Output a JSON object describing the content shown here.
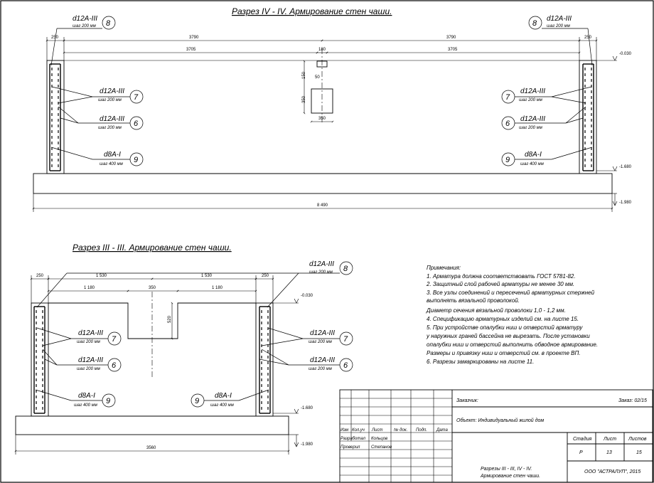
{
  "section_iv": {
    "title": "Разрез IV - IV. Армирование стен чаши.",
    "dims": {
      "left_edge": "250",
      "right_edge": "250",
      "half_outer_left": "3790",
      "half_outer_right": "3790",
      "half_inner_left": "3705",
      "half_inner_right": "3705",
      "center_top": "180",
      "niche_gap": "50",
      "niche_v1": "150",
      "niche_v2": "350",
      "niche_w": "350",
      "total": "8 490"
    },
    "levels": {
      "top": "-0.030",
      "inner": "-1.680",
      "bottom": "-1.980"
    },
    "callouts": [
      {
        "num": "8",
        "label": "d12A-III",
        "sub": "шаг 200 мм"
      },
      {
        "num": "8",
        "label": "d12A-III",
        "sub": "шаг 200 мм"
      },
      {
        "num": "7",
        "label": "d12A-III",
        "sub": "шаг 200 мм"
      },
      {
        "num": "6",
        "label": "d12A-III",
        "sub": "шаг 200 мм"
      },
      {
        "num": "9",
        "label": "d8A-I",
        "sub": "шаг 400 мм"
      },
      {
        "num": "7",
        "label": "d12A-III",
        "sub": "шаг 200 мм"
      },
      {
        "num": "6",
        "label": "d12A-III",
        "sub": "шаг 200 мм"
      },
      {
        "num": "9",
        "label": "d8A-I",
        "sub": "шаг 400 мм"
      }
    ]
  },
  "section_iii": {
    "title": "Разрез III - III. Армирование стен чаши.",
    "dims": {
      "left_edge": "250",
      "right_edge": "250",
      "half_outer_left": "1 530",
      "half_outer_right": "1 530",
      "half_inner_left": "1 180",
      "half_inner_right": "1 180",
      "center": "350",
      "niche_h": "520",
      "total": "3560"
    },
    "levels": {
      "top": "-0.030",
      "inner": "-1.680",
      "bottom": "-1.980"
    },
    "callouts": [
      {
        "num": "8",
        "label": "d12A-III",
        "sub": "шаг 200 мм"
      },
      {
        "num": "7",
        "label": "d12A-III",
        "sub": "шаг 200 мм"
      },
      {
        "num": "6",
        "label": "d12A-III",
        "sub": "шаг 200 мм"
      },
      {
        "num": "7",
        "label": "d12A-III",
        "sub": "шаг 200 мм"
      },
      {
        "num": "6",
        "label": "d12A-III",
        "sub": "шаг 200 мм"
      },
      {
        "num": "9",
        "label": "d8A-I",
        "sub": "шаг 400 мм"
      },
      {
        "num": "9",
        "label": "d8A-I",
        "sub": "шаг 400 мм"
      }
    ]
  },
  "notes": {
    "heading": "Примечания:",
    "lines": [
      "1. Арматура должна соответствовать ГОСТ 5781-82.",
      "2. Защитный слой рабочей арматуры не менее 30 мм.",
      "3. Все узлы соединений и пересечений арматурных стержней",
      "    выполнять вязальной проволокой.",
      "    Диаметр сечения вязальной проволоки 1,0 - 1,2 мм.",
      "4. Спецификацию арматурных изделий см. на листе 15.",
      "5. При устройстве опалубки ниш и отверстий арматуру",
      "    у наружных граней бассейна не вырезать. После установки",
      "    опалубки ниш и отверстий выполнить обводное армирование.",
      "    Размеры и привязку ниш и отверстий см. в проекте ВП.",
      "6. Разрезы замаркированы на листе  11."
    ]
  },
  "stamp": {
    "customer": "Заказчик:",
    "order": "Заказ: 02/15",
    "object": "Объект: Индивидуальный жилой дом",
    "cols": [
      "Изм",
      "Кол.уч",
      "Лист",
      "№ док.",
      "Подп.",
      "Дата"
    ],
    "roles": [
      {
        "role": "Разработал",
        "name": "Кольцов"
      },
      {
        "role": "Проверил",
        "name": "Степанов"
      }
    ],
    "stage_label": "Стадия",
    "sheet_label": "Лист",
    "sheets_label": "Листов",
    "stage": "Р",
    "sheet": "13",
    "sheets": "15",
    "drawing_title_1": "Разрезы  III - III, IV - IV.",
    "drawing_title_2": "Армирование  стен  чаши.",
    "company": "ООО \"АСТРАЛУП\", 2015"
  }
}
